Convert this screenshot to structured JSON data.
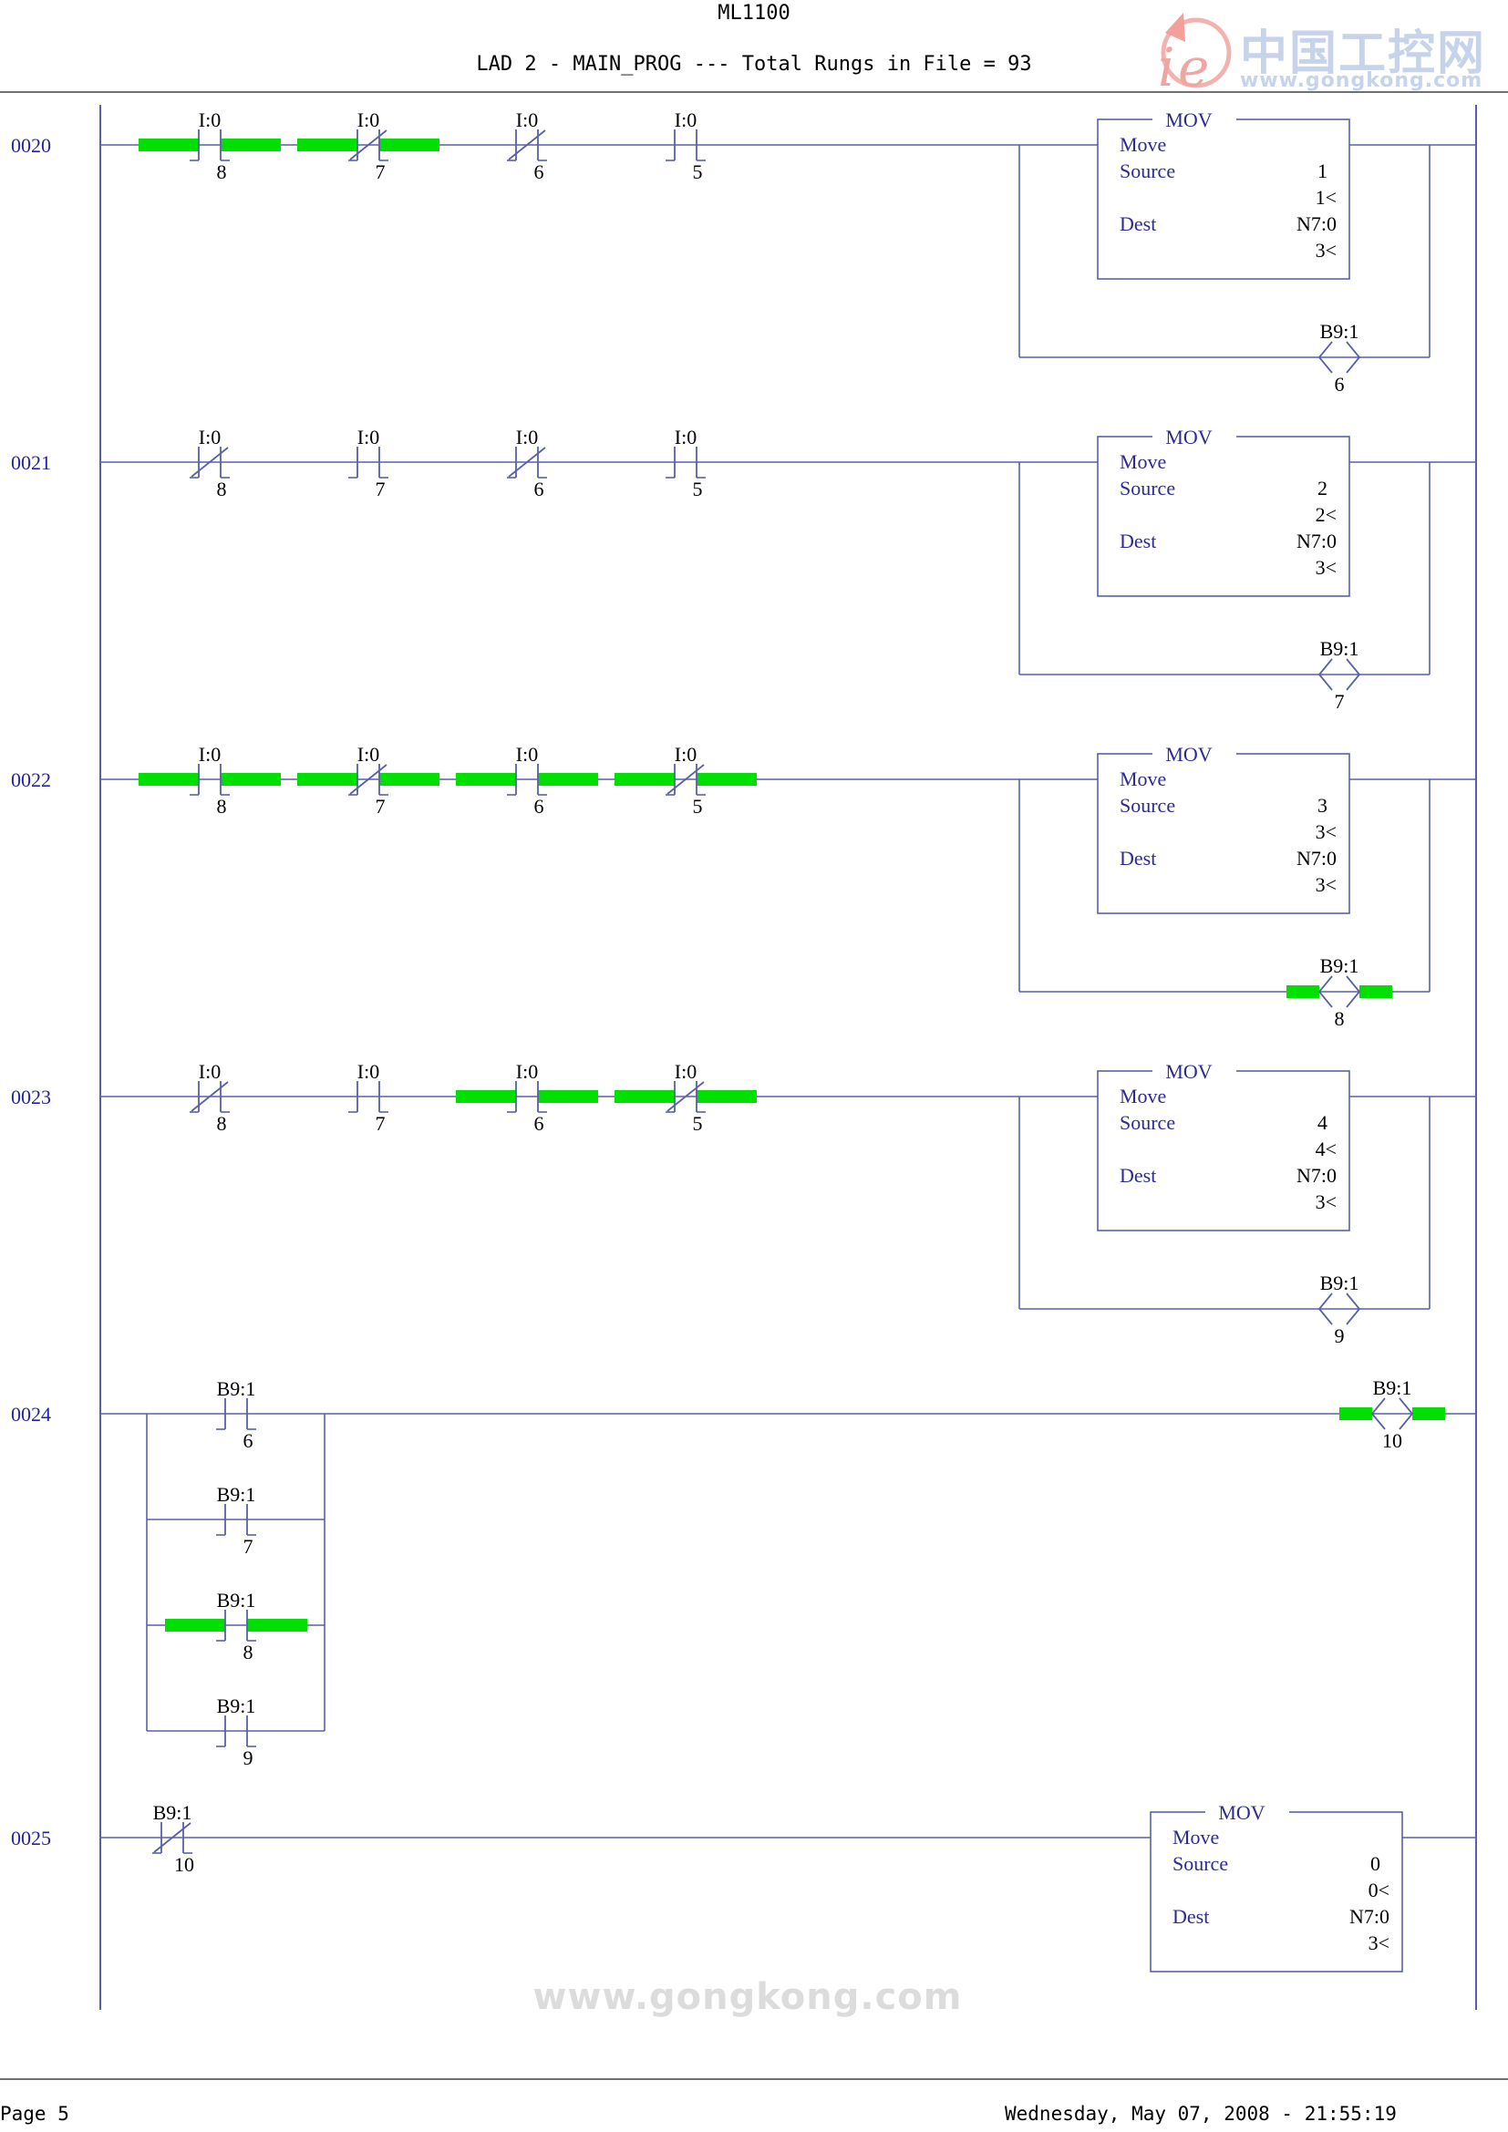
{
  "header": {
    "title": "ML1100",
    "subtitle": "LAD 2 - MAIN_PROG --- Total Rungs in File = 93"
  },
  "logo": {
    "mark": "ie",
    "name": "中国工控网",
    "url": "www.gongkong.com"
  },
  "watermark": "www.gongkong.com",
  "footer": {
    "page": "Page 5",
    "datetime": "Wednesday, May 07, 2008 - 21:55:19"
  },
  "colors": {
    "wire": "#5860a8",
    "rung_number": "#2323a0",
    "energized": "#00e000",
    "text": "#000000"
  },
  "rungs": [
    {
      "number": "0020",
      "contacts": [
        {
          "addr": "I:0",
          "bit": "8",
          "nc": false,
          "energized": true
        },
        {
          "addr": "I:0",
          "bit": "7",
          "nc": true,
          "energized": true
        },
        {
          "addr": "I:0",
          "bit": "6",
          "nc": true,
          "energized": false
        },
        {
          "addr": "I:0",
          "bit": "5",
          "nc": false,
          "energized": false
        }
      ],
      "mov": {
        "title": "MOV",
        "move": "Move",
        "source_label": "Source",
        "source": "1",
        "source_val": "1<",
        "dest_label": "Dest",
        "dest": "N7:0",
        "dest_val": "3<"
      },
      "coil": {
        "addr": "B9:1",
        "bit": "6",
        "energized": false
      }
    },
    {
      "number": "0021",
      "contacts": [
        {
          "addr": "I:0",
          "bit": "8",
          "nc": true,
          "energized": false
        },
        {
          "addr": "I:0",
          "bit": "7",
          "nc": false,
          "energized": false
        },
        {
          "addr": "I:0",
          "bit": "6",
          "nc": true,
          "energized": false
        },
        {
          "addr": "I:0",
          "bit": "5",
          "nc": false,
          "energized": false
        }
      ],
      "mov": {
        "title": "MOV",
        "move": "Move",
        "source_label": "Source",
        "source": "2",
        "source_val": "2<",
        "dest_label": "Dest",
        "dest": "N7:0",
        "dest_val": "3<"
      },
      "coil": {
        "addr": "B9:1",
        "bit": "7",
        "energized": false
      }
    },
    {
      "number": "0022",
      "contacts": [
        {
          "addr": "I:0",
          "bit": "8",
          "nc": false,
          "energized": true
        },
        {
          "addr": "I:0",
          "bit": "7",
          "nc": true,
          "energized": true
        },
        {
          "addr": "I:0",
          "bit": "6",
          "nc": false,
          "energized": true
        },
        {
          "addr": "I:0",
          "bit": "5",
          "nc": true,
          "energized": true
        }
      ],
      "mov": {
        "title": "MOV",
        "move": "Move",
        "source_label": "Source",
        "source": "3",
        "source_val": "3<",
        "dest_label": "Dest",
        "dest": "N7:0",
        "dest_val": "3<"
      },
      "coil": {
        "addr": "B9:1",
        "bit": "8",
        "energized": true
      }
    },
    {
      "number": "0023",
      "contacts": [
        {
          "addr": "I:0",
          "bit": "8",
          "nc": true,
          "energized": false
        },
        {
          "addr": "I:0",
          "bit": "7",
          "nc": false,
          "energized": false
        },
        {
          "addr": "I:0",
          "bit": "6",
          "nc": false,
          "energized": true
        },
        {
          "addr": "I:0",
          "bit": "5",
          "nc": true,
          "energized": true
        }
      ],
      "mov": {
        "title": "MOV",
        "move": "Move",
        "source_label": "Source",
        "source": "4",
        "source_val": "4<",
        "dest_label": "Dest",
        "dest": "N7:0",
        "dest_val": "3<"
      },
      "coil": {
        "addr": "B9:1",
        "bit": "9",
        "energized": false
      }
    },
    {
      "number": "0024",
      "branch_contacts": [
        {
          "addr": "B9:1",
          "bit": "6",
          "nc": false,
          "energized": false
        },
        {
          "addr": "B9:1",
          "bit": "7",
          "nc": false,
          "energized": false
        },
        {
          "addr": "B9:1",
          "bit": "8",
          "nc": false,
          "energized": true
        },
        {
          "addr": "B9:1",
          "bit": "9",
          "nc": false,
          "energized": false
        }
      ],
      "coil": {
        "addr": "B9:1",
        "bit": "10",
        "energized": true
      }
    },
    {
      "number": "0025",
      "contacts": [
        {
          "addr": "B9:1",
          "bit": "10",
          "nc": true,
          "energized": false
        }
      ],
      "mov": {
        "title": "MOV",
        "move": "Move",
        "source_label": "Source",
        "source": "0",
        "source_val": "0<",
        "dest_label": "Dest",
        "dest": "N7:0",
        "dest_val": "3<"
      }
    }
  ]
}
